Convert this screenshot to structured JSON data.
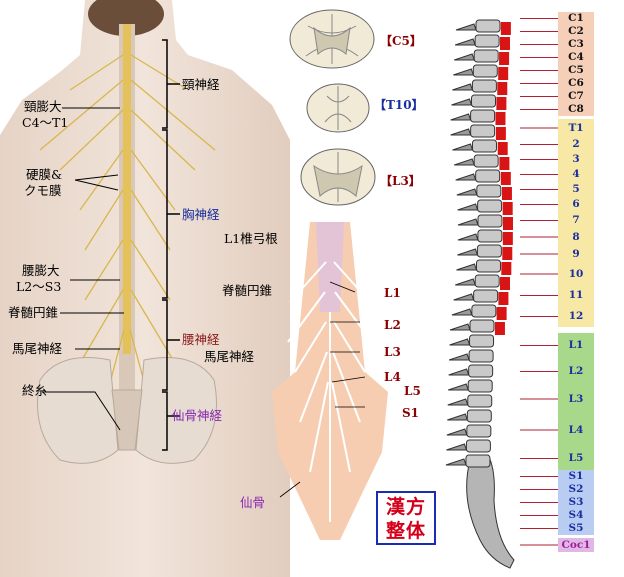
{
  "left_panel": {
    "labels": {
      "cervical_nerves": "頸神経",
      "cervical_enlargement": "頸膨大",
      "cervical_enlargement_range": "C4～T1",
      "dura_arachnoid_1": "硬膜&",
      "dura_arachnoid_2": "クモ膜",
      "thoracic_nerves": "胸神経",
      "lumbar_enlargement": "腰膨大",
      "lumbar_enlargement_range": "L2～S3",
      "conus_medullaris": "脊髄円錐",
      "cauda_equina": "馬尾神経",
      "lumbar_nerves": "腰神経",
      "filum_terminale": "終糸",
      "sacral_nerves": "仙骨神経"
    },
    "colors": {
      "thoracic": "#1a2fa0",
      "sacral": "#8a2ab0"
    }
  },
  "middle_panel": {
    "sections": [
      "【C5】",
      "【T10】",
      "【L3】"
    ],
    "labels": {
      "l1_pedicle": "L1椎弓根",
      "conus_medullaris": "脊髄円錐",
      "cauda_equina": "馬尾神経",
      "sacrum": "仙骨",
      "L1": "L1",
      "L2": "L2",
      "L3": "L3",
      "L4": "L4",
      "L5": "L5",
      "S1": "S1"
    }
  },
  "right_panel": {
    "levels": [
      {
        "label": "C1",
        "group": "cervical"
      },
      {
        "label": "C2",
        "group": "cervical"
      },
      {
        "label": "C3",
        "group": "cervical"
      },
      {
        "label": "C4",
        "group": "cervical"
      },
      {
        "label": "C5",
        "group": "cervical"
      },
      {
        "label": "C6",
        "group": "cervical"
      },
      {
        "label": "C7",
        "group": "cervical"
      },
      {
        "label": "C8",
        "group": "cervical"
      },
      {
        "label": "T1",
        "group": "thoracic"
      },
      {
        "label": "2",
        "group": "thoracic"
      },
      {
        "label": "3",
        "group": "thoracic"
      },
      {
        "label": "4",
        "group": "thoracic"
      },
      {
        "label": "5",
        "group": "thoracic"
      },
      {
        "label": "6",
        "group": "thoracic"
      },
      {
        "label": "7",
        "group": "thoracic"
      },
      {
        "label": "8",
        "group": "thoracic"
      },
      {
        "label": "9",
        "group": "thoracic"
      },
      {
        "label": "10",
        "group": "thoracic"
      },
      {
        "label": "11",
        "group": "thoracic"
      },
      {
        "label": "12",
        "group": "thoracic"
      },
      {
        "label": "L1",
        "group": "lumbar"
      },
      {
        "label": "L2",
        "group": "lumbar"
      },
      {
        "label": "L3",
        "group": "lumbar"
      },
      {
        "label": "L4",
        "group": "lumbar"
      },
      {
        "label": "L5",
        "group": "lumbar"
      },
      {
        "label": "S1",
        "group": "sacral"
      },
      {
        "label": "S2",
        "group": "sacral"
      },
      {
        "label": "S3",
        "group": "sacral"
      },
      {
        "label": "S4",
        "group": "sacral"
      },
      {
        "label": "S5",
        "group": "sacral"
      },
      {
        "label": "Coc1",
        "group": "coccygeal"
      }
    ],
    "group_colors": {
      "cervical": "#f6cfb8",
      "thoracic": "#f7e8a6",
      "lumbar": "#a8d98a",
      "sacral": "#b9cdf2",
      "coccygeal": "#e0b8e6"
    },
    "text_colors": {
      "cervical": "#111111",
      "thoracic": "#1a2fa0",
      "lumbar": "#1a2fa0",
      "sacral": "#1a2fa0",
      "coccygeal": "#a01c9c"
    }
  },
  "badge": {
    "line1": "漢方",
    "line2": "整体"
  }
}
